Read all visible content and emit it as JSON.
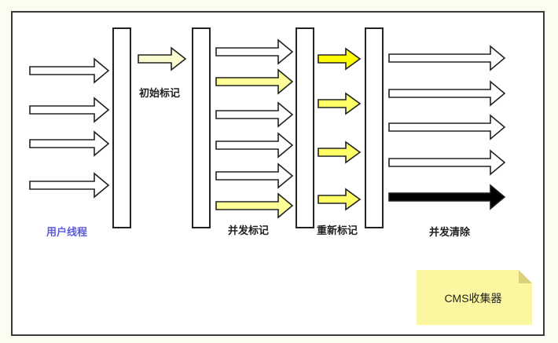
{
  "colors": {
    "outline": "#222222",
    "pale_yellow": "#fbfbd0",
    "light_yellow": "#ffff99",
    "mid_yellow": "#ffff66",
    "bright_yellow": "#ffff00",
    "black_arrow": "#000000",
    "note_fill": "#fbf7a1",
    "note_fold": "#e3de8a",
    "user_label": "#5b5bdc"
  },
  "phases": {
    "user_threads": "用户线程",
    "initial_mark": "初始标记",
    "concurrent_mark": "并发标记",
    "remark": "重新标记",
    "concurrent_sweep": "并发清除"
  },
  "note": {
    "text": "CMS收集器"
  },
  "arrow_groups": {
    "user_threads": [
      "white",
      "white",
      "white",
      "white"
    ],
    "initial_mark": [
      "pale_yellow"
    ],
    "concurrent_mark": [
      "white",
      "light_yellow",
      "white",
      "white",
      "white",
      "light_yellow"
    ],
    "remark": [
      "bright_yellow",
      "mid_yellow",
      "mid_yellow",
      "mid_yellow"
    ],
    "concurrent_sweep": [
      "white",
      "white",
      "white",
      "white",
      "black_arrow"
    ]
  }
}
